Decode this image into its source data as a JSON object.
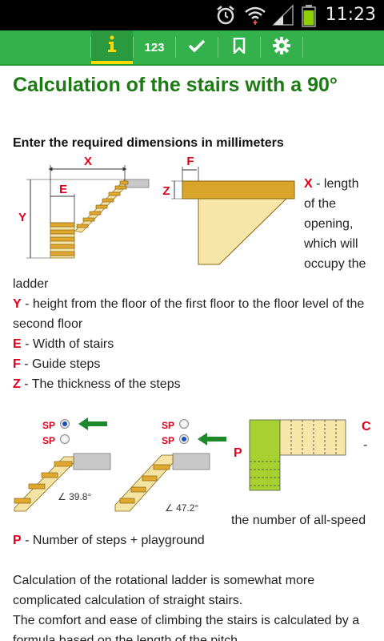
{
  "status": {
    "time": "11:23"
  },
  "toolbar": {
    "numbers_label": "123"
  },
  "page": {
    "title": "Calculation of the stairs with a 90°",
    "instruction": "Enter the required dimensions in millimeters"
  },
  "figure1": {
    "label_x": "X",
    "label_e": "E",
    "label_y": "Y",
    "label_f": "F",
    "label_z": "Z"
  },
  "legend": {
    "x_key": "X",
    "x_desc_line1": " - length",
    "x_desc_line2": "of the",
    "x_desc_line3": "opening,",
    "x_desc_line4": "which will",
    "x_desc_line5": "occupy the",
    "x_desc_line6": "ladder",
    "y_key": "Y",
    "y_desc": " - height from the floor of the first floor to the floor level of the second floor",
    "e_key": "E",
    "e_desc": " - Width of stairs",
    "f_key": "F",
    "f_desc": " - Guide steps",
    "z_key": "Z",
    "z_desc": " - The thickness of the steps"
  },
  "options": {
    "sp_label": "SP",
    "angle1": "39.8°",
    "angle2": "47.2°",
    "c_key": "C",
    "c_dash": "-",
    "p_label": "P",
    "c_desc": "the number of all-speed",
    "p_key": "P",
    "p_desc": " - Number of steps + playground"
  },
  "body": {
    "para1": "Calculation of the rotational ladder is somewhat more complicated calculation of straight stairs.",
    "para2": "The comfort and ease of climbing the stairs is calculated by a formula based on the length of the pitch"
  },
  "colors": {
    "accent": "#33b14a",
    "title": "#1b7a12",
    "key": "#e0001b",
    "wood": "#d9a42a",
    "green_block": "#a6d130"
  }
}
